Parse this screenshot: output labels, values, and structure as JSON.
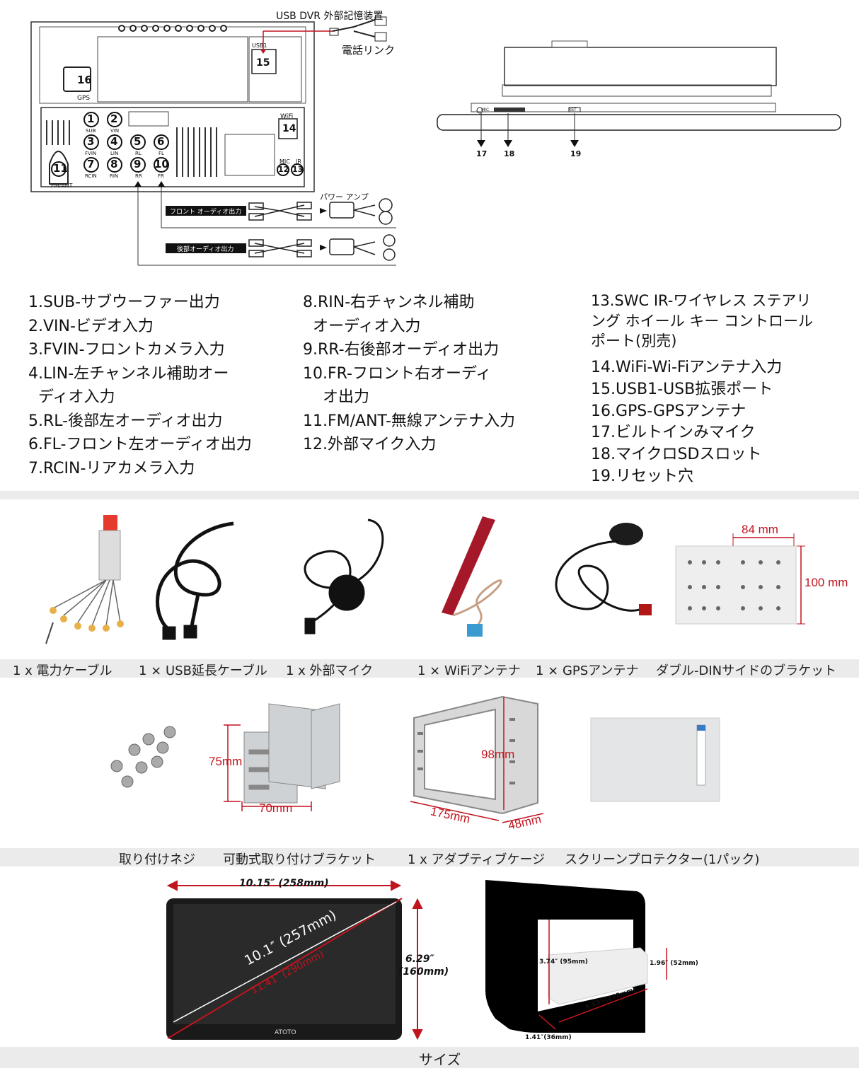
{
  "diagram": {
    "usb_dvr_label": "USB DVR 外部記憶装置",
    "phone_link_label": "電話リンク",
    "usb1_label": "USB1",
    "gps_label": "GPS",
    "wifi_label": "WiFi",
    "mic_label": "MIC",
    "ir_label": "IR",
    "fm_ant_label": "FM/ANT",
    "power_amp_label": "パワー アンプ",
    "front_audio_label": "フロント オーディオ出力",
    "rear_audio_label": "後部オーディオ出力",
    "mic_small_label": "MIC",
    "rst_label": "RST",
    "ports": [
      {
        "n": "1",
        "label": "SUB"
      },
      {
        "n": "2",
        "label": "VIN"
      },
      {
        "n": "3",
        "label": "FVIN"
      },
      {
        "n": "4",
        "label": "LIN"
      },
      {
        "n": "5",
        "label": "RL"
      },
      {
        "n": "6",
        "label": "FL"
      },
      {
        "n": "7",
        "label": "RCIN"
      },
      {
        "n": "8",
        "label": "RIN"
      },
      {
        "n": "9",
        "label": "RR"
      },
      {
        "n": "10",
        "label": "FR"
      },
      {
        "n": "11"
      },
      {
        "n": "12"
      },
      {
        "n": "13"
      },
      {
        "n": "14"
      },
      {
        "n": "15"
      },
      {
        "n": "16"
      },
      {
        "n": "17"
      },
      {
        "n": "18"
      },
      {
        "n": "19"
      }
    ]
  },
  "legend": {
    "col1": [
      "1.SUB-サブウーファー出力",
      "2.VIN-ビデオ入力",
      "3.FVIN-フロントカメラ入力",
      "4.LIN-左チャンネル補助オー",
      "  ディオ入力",
      "5.RL-後部左オーディオ出力",
      "6.FL-フロント左オーディオ出力",
      "7.RCIN-リアカメラ入力"
    ],
    "col2": [
      "8.RIN-右チャンネル補助",
      "  オーディオ入力",
      "9.RR-右後部オーディオ出力",
      "10.FR-フロント右オーディ",
      "    オ出力",
      "11.FM/ANT-無線アンテナ入力",
      "12.外部マイク入力"
    ],
    "col3a": [
      "13.SWC IR-ワイヤレス ステアリ",
      "ング ホイール キー コントロール",
      "ポート(別売)"
    ],
    "col3b": [
      "14.WiFi-Wi-Fiアンテナ入力",
      "15.USB1-USB拡張ポート",
      "16.GPS-GPSアンテナ",
      "17.ビルトインみマイク",
      "18.マイクロSDスロット",
      "19.リセット穴"
    ]
  },
  "accessories_row1": {
    "captions": [
      "1 x 電力ケーブル",
      "1 × USB延長ケーブル",
      "1 x 外部マイク",
      "1 × WiFiアンテナ",
      "1 × GPSアンテナ",
      "ダブル-DINサイドのブラケット"
    ],
    "bracket_width": "84 mm",
    "bracket_height": "100 mm"
  },
  "accessories_row2": {
    "captions": [
      "取り付けネジ",
      "可動式取り付けブラケット",
      "1 x アダプティブケージ",
      "スクリーンプロテクター(1パック)"
    ],
    "mount_height": "75mm",
    "mount_width": "70mm",
    "cage_height": "98mm",
    "cage_width": "175mm",
    "cage_depth": "48mm"
  },
  "size": {
    "caption": "サイズ",
    "width_label": "10.15″ (258mm)",
    "height_label_1": "6.29″",
    "height_label_2": "(160mm)",
    "diag_label": "10.1″ (257mm)",
    "diag_alt_label": "11.41″ (290mm)",
    "brand": "ATOTO",
    "side_depth_label": "3.74″ (95mm)",
    "side_height_label": "1.96″ (52mm)",
    "side_length_label": "6.69″ (172mm)",
    "side_base_label": "1.41″(36mm)"
  },
  "colors": {
    "dim_red": "#c0141e",
    "band_grey": "#ebebeb"
  }
}
